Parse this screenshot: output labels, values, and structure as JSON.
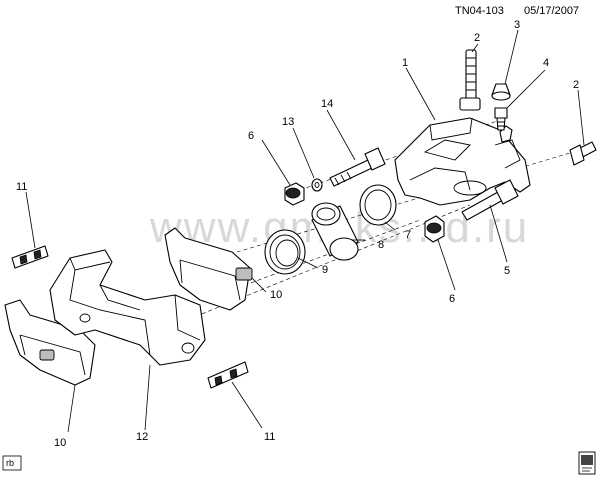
{
  "header": {
    "diagram_id": "TN04-103",
    "date": "05/17/2007"
  },
  "watermark": "www.gmeks...d.ru",
  "callouts": {
    "c1": "1",
    "c2a": "2",
    "c2b": "2",
    "c3": "3",
    "c4": "4",
    "c5": "5",
    "c6a": "6",
    "c6b": "6",
    "c7": "7",
    "c8": "8",
    "c9": "9",
    "c10a": "10",
    "c10b": "10",
    "c11a": "11",
    "c11b": "11",
    "c12": "12",
    "c13": "13",
    "c14": "14"
  },
  "corner_tag": "rb"
}
